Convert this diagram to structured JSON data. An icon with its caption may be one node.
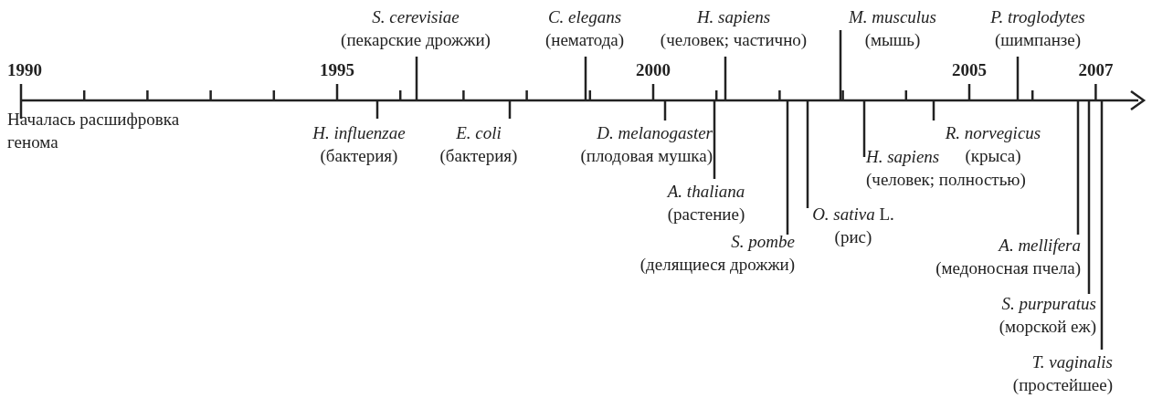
{
  "diagram": {
    "nodes": [
      {
        "text": [
          "Началась расшифровка генома"
        ]
      },
      {
        "text": [
          "S. cerevisiae",
          "(пекарские дрожжи)"
        ]
      },
      {
        "text": [
          "C. elegans",
          "(нематода)"
        ]
      },
      {
        "text": [
          "H. sapiens",
          "(человек; частично)"
        ]
      },
      {
        "text": [
          "M. musculus",
          "(мышь)"
        ]
      },
      {
        "text": [
          "P. troglodytes",
          "(шимпанзе)"
        ]
      },
      {
        "text": [
          "H. influenzae",
          "(бактерия)"
        ]
      },
      {
        "text": [
          "E. coli",
          "(бактерия)"
        ]
      },
      {
        "text": [
          "D. melanogaster",
          "(плодовая мушка)"
        ]
      },
      {
        "text": [
          "A. thaliana",
          "(растение)"
        ]
      },
      {
        "text": [
          "S. pombe",
          "(делящиеся дрожжи)"
        ]
      },
      {
        "text": [
          "*O. sativa* L.",
          "(рис)"
        ]
      },
      {
        "text": [
          "H. sapiens",
          "(человек; полностью)"
        ]
      },
      {
        "text": [
          "R. norvegicus",
          "(крыса)"
        ]
      },
      {
        "text": [
          "A. mellifera",
          "(медоносная пчела)"
        ]
      },
      {
        "text": [
          "S. purpuratus",
          "(морской еж)"
        ]
      },
      {
        "text": [
          "T. vaginalis",
          "(простейшее)"
        ]
      }
    ],
    "edges": [
      {
        "from": 0,
        "to": null,
        "arrow": "none"
      },
      {
        "from": 1,
        "to": null,
        "arrow": "none"
      },
      {
        "from": 2,
        "to": null,
        "arrow": "none"
      },
      {
        "from": 3,
        "to": null,
        "arrow": "none"
      },
      {
        "from": 4,
        "to": null,
        "arrow": "none"
      },
      {
        "from": 5,
        "to": null,
        "arrow": "none"
      },
      {
        "from": 6,
        "to": null,
        "arrow": "none"
      },
      {
        "from": 7,
        "to": null,
        "arrow": "none"
      },
      {
        "from": 8,
        "to": null,
        "arrow": "none"
      },
      {
        "from": 9,
        "to": null,
        "arrow": "none"
      },
      {
        "from": 10,
        "to": null,
        "arrow": "none"
      },
      {
        "from": 11,
        "to": null,
        "arrow": "none"
      },
      {
        "from": 12,
        "to": null,
        "arrow": "none"
      },
      {
        "from": 13,
        "to": null,
        "arrow": "none"
      },
      {
        "from": 14,
        "to": null,
        "arrow": "none"
      },
      {
        "from": 15,
        "to": null,
        "arrow": "none"
      },
      {
        "from": 16,
        "to": null,
        "arrow": "none"
      }
    ],
    "labels": [
      "1990",
      "1995",
      "2000",
      "2005",
      "2007"
    ]
  }
}
